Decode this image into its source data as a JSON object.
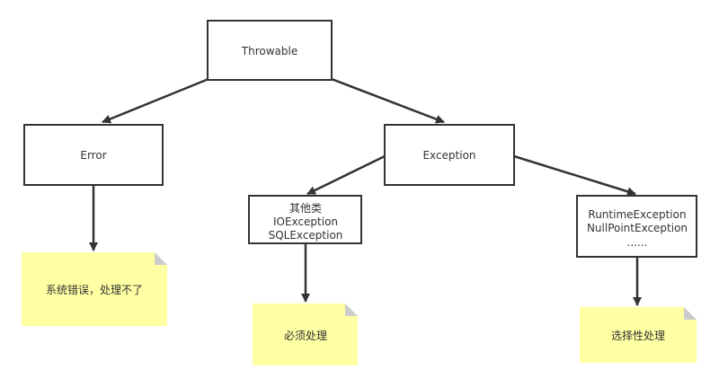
{
  "nodes": {
    "throwable": "Throwable",
    "error": "Error",
    "exception": "Exception",
    "checked": [
      "其他类",
      "IOException",
      "SQLException"
    ],
    "unchecked": [
      "RuntimeException",
      "NullPointException",
      "......"
    ]
  },
  "notes": {
    "error_note": "系统错误，处理不了",
    "checked_note": "必须处理",
    "unchecked_note": "选择性处理"
  },
  "colors": {
    "note": "#ffff99",
    "stroke": "#333333"
  }
}
